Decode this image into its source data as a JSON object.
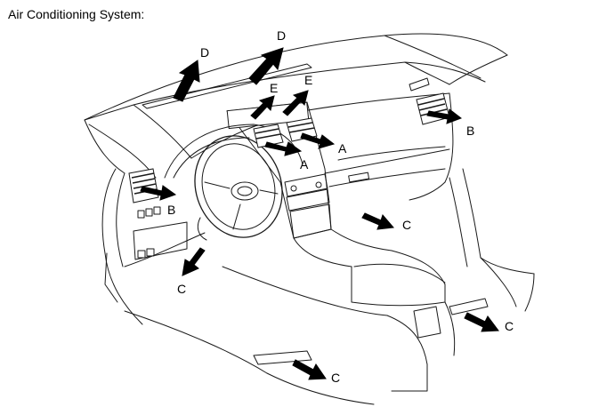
{
  "title": "Air Conditioning System:",
  "labels": {
    "D_left": "D",
    "D_right": "D",
    "E_left": "E",
    "E_right": "E",
    "A_upper": "A",
    "A_lower": "A",
    "B_left": "B",
    "B_right": "B",
    "C_left": "C",
    "C_right": "C",
    "C_rear_right": "C",
    "C_rear_center": "C"
  }
}
